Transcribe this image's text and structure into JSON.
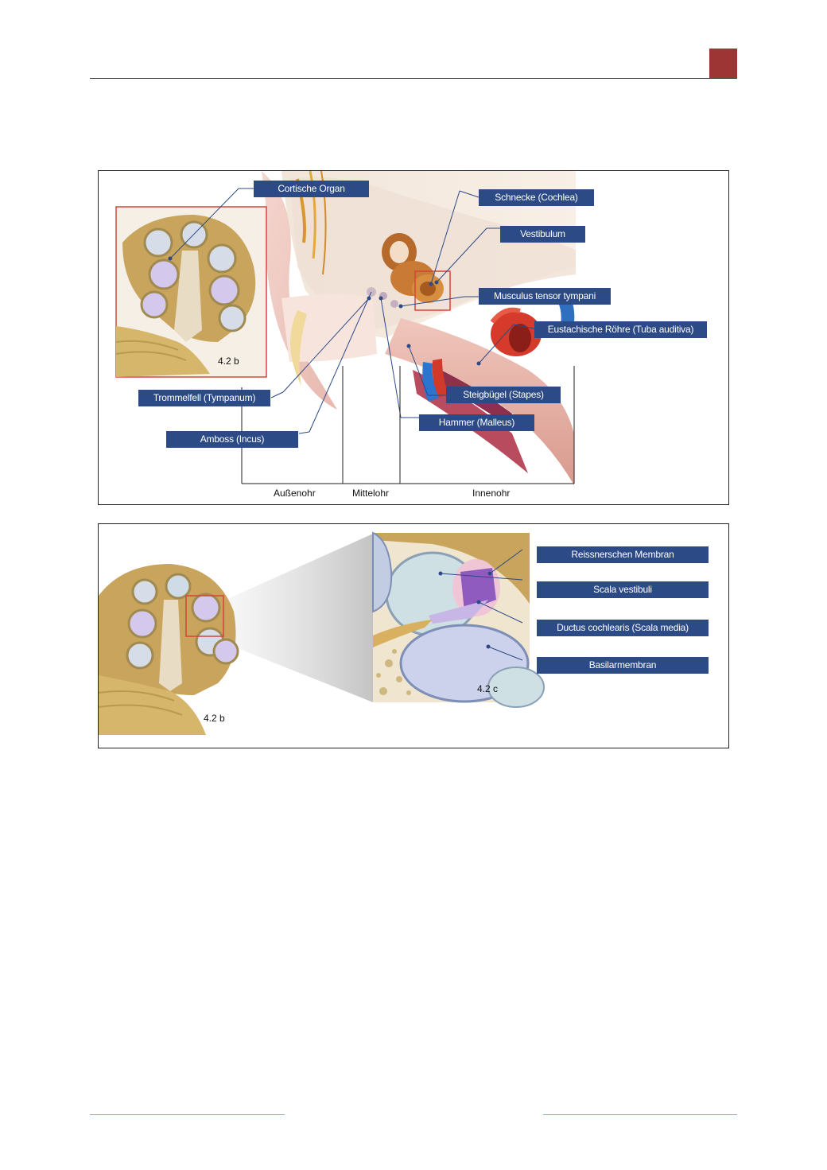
{
  "header": {
    "accent_color": "#9e3535"
  },
  "colors": {
    "label_bg": "#2c4a86",
    "footer_line": "#7da7d9"
  },
  "figure_top": {
    "inset_label": "4.2 b",
    "labels": {
      "cortische_organ": "Cortische Organ",
      "schnecke": "Schnecke (Cochlea)",
      "vestibulum": "Vestibulum",
      "musculus": "Musculus tensor tympani",
      "eustachische": "Eustachische Röhre (Tuba auditiva)",
      "trommelfell": "Trommelfell (Tympanum)",
      "amboss": "Amboss (Incus)",
      "steigbuegel": "Steigbügel (Stapes)",
      "hammer": "Hammer (Malleus)"
    },
    "regions": {
      "aussenohr": "Außenohr",
      "mittelohr": "Mittelohr",
      "innenohr": "Innenohr"
    }
  },
  "figure_bottom": {
    "left_label": "4.2 b",
    "zoom_label": "4.2 c",
    "labels": {
      "reissner": "Reissnerschen Membran",
      "scala_vestibuli": "Scala vestibuli",
      "ductus": "Ductus cochlearis (Scala media)",
      "basilar": "Basilarmembran"
    }
  }
}
